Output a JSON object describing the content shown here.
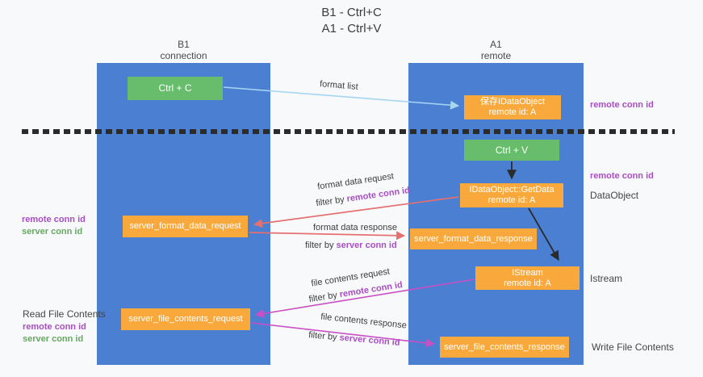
{
  "title": {
    "line1": "B1 - Ctrl+C",
    "line2": "A1 - Ctrl+V"
  },
  "columns": {
    "b1": {
      "name": "B1",
      "subtitle": "connection"
    },
    "a1": {
      "name": "A1",
      "subtitle": "remote"
    }
  },
  "nodes": {
    "ctrl_c": {
      "label": "Ctrl + C"
    },
    "save_idataobject": {
      "line1": "保存IDataObject",
      "line2": "remote id: A"
    },
    "ctrl_v": {
      "label": "Ctrl + V"
    },
    "getdata": {
      "line1": "IDataObject::GetData",
      "line2": "remote id: A"
    },
    "server_format_data_request": {
      "label": "server_format_data_request"
    },
    "server_format_data_response": {
      "label": "server_format_data_response"
    },
    "istream": {
      "line1": "IStream",
      "line2": "remote id: A"
    },
    "server_file_contents_request": {
      "label": "server_file_contents_request"
    },
    "server_file_contents_response": {
      "label": "server_file_contents_response"
    }
  },
  "edge_labels": {
    "format_list": "format list",
    "format_data_request": "format data request",
    "format_data_response": "format data response",
    "file_contents_request": "file contents request",
    "file_contents_response": "file contents response",
    "filter_by": "filter by ",
    "remote_conn_id": "remote conn id",
    "server_conn_id": "server conn id"
  },
  "side_labels": {
    "left_format": {
      "remote": "remote conn id",
      "server": "server conn id"
    },
    "left_file": {
      "title": "Read File Contents",
      "remote": "remote conn id",
      "server": "server conn id"
    },
    "right_save": {
      "remote": "remote conn id"
    },
    "right_getdata": {
      "remote": "remote conn id",
      "object": "DataObject"
    },
    "right_istream": {
      "object": "Istream"
    },
    "right_write": {
      "title": "Write File Contents"
    }
  },
  "colors": {
    "column_blue": "#4a7fd2",
    "box_green": "#68bd6c",
    "box_orange": "#f9a93c",
    "arrow_blue": "#a7d5f2",
    "arrow_black": "#2b2b2b",
    "arrow_salmon": "#e57070",
    "arrow_magenta": "#c94fc4",
    "label_purple": "#a94ec4",
    "label_green": "#67a862",
    "background": "#f8f9fa"
  }
}
